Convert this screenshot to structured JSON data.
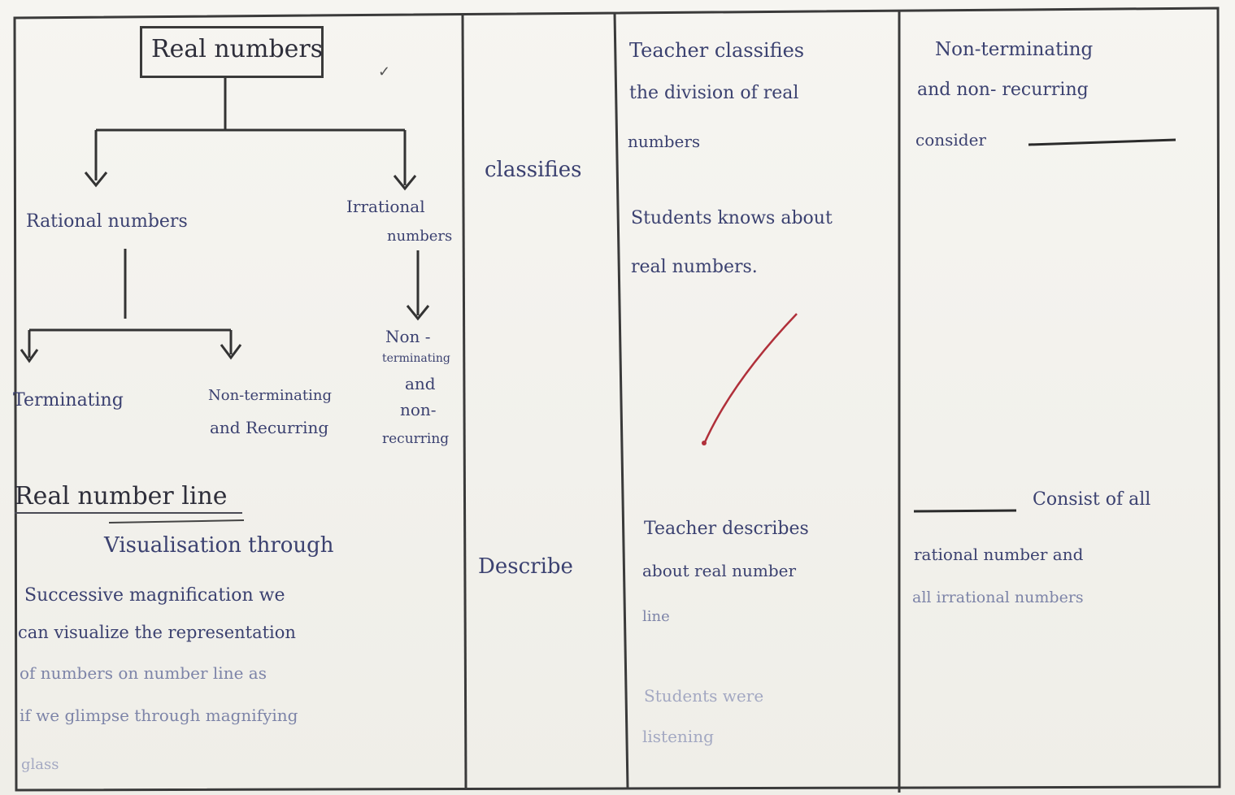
{
  "col1": {
    "tree": {
      "root": "Real numbers",
      "rational": "Rational numbers",
      "irrational_line1": "Irrational",
      "irrational_line2": "numbers",
      "terminating": "Terminating",
      "nt_recurring_line1": "Non-terminating",
      "nt_recurring_line2": "and Recurring",
      "nt_nonrecurring_line1": "Non -",
      "nt_nonrecurring_line2": "terminating",
      "nt_nonrecurring_line3": "and",
      "nt_nonrecurring_line4": "non-",
      "nt_nonrecurring_line5": "recurring"
    },
    "heading": "Real number line",
    "paragraph": [
      "Visualisation through",
      "Successive magnification we",
      "can visualize the representation",
      "of numbers on number line as",
      "if we glimpse through magnifying",
      "glass"
    ]
  },
  "col2": {
    "skill1": "classifies",
    "skill2": "Describe"
  },
  "col3": {
    "block1": [
      "Teacher classifies",
      "the division of real",
      "numbers"
    ],
    "block2": [
      "Students knows about",
      "real numbers."
    ],
    "block3": [
      "Teacher describes",
      "about real number",
      "line"
    ],
    "block4": [
      "Students were",
      "listening"
    ]
  },
  "col4": {
    "block1": [
      "Non-terminating",
      "and non- recurring",
      "consider"
    ],
    "block2": [
      "Consist of all",
      "rational number and",
      "all irrational numbers"
    ]
  },
  "colors": {
    "ink": "#3b4170",
    "pencil": "#2e2e3a",
    "red_mark": "#b0303a",
    "paper": "#f2f1ec"
  }
}
